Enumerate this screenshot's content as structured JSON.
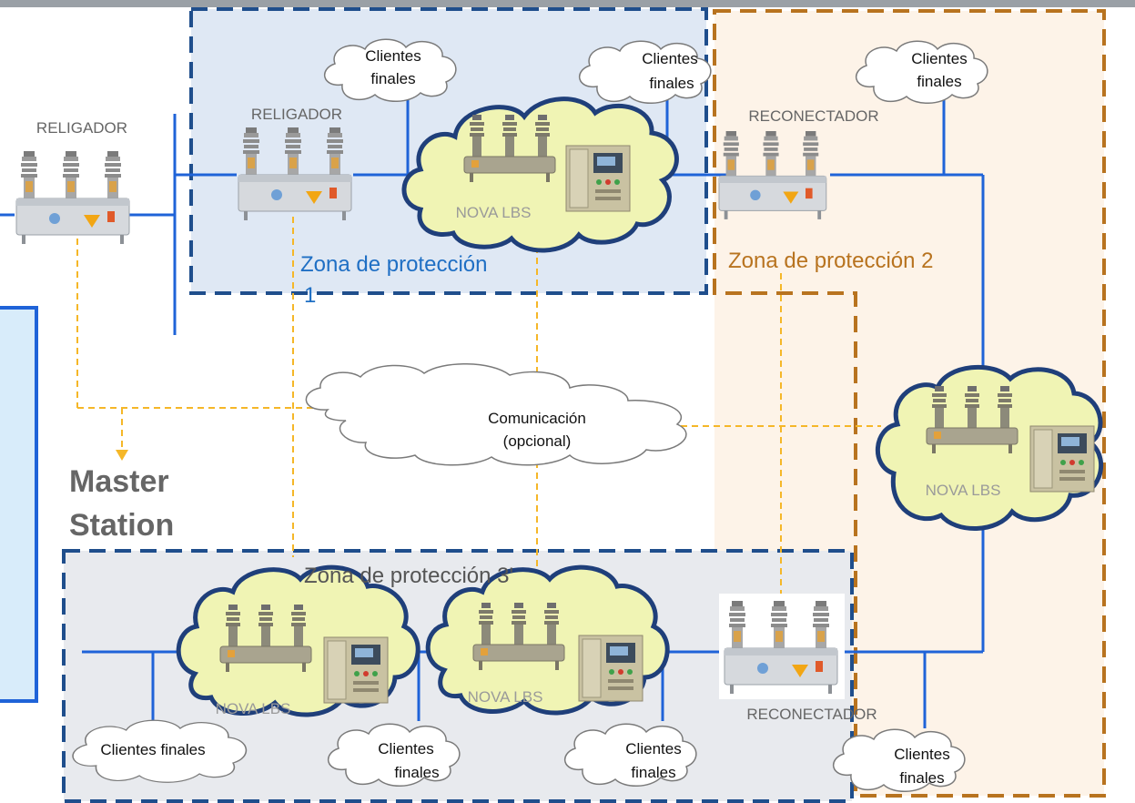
{
  "labels": {
    "religador": "RELIGADOR",
    "reconectador": "RECONECTADOR",
    "clientes": "Clientes",
    "finales": "finales",
    "clientes_finales": "Clientes finales",
    "nova_lbs": "NOVA LBS",
    "zona1_line1": "Zona de protección",
    "zona1_line2": "1",
    "zona2": "Zona de protección 2",
    "zona3": "Zona de protección 3'",
    "comm_line1": "Comunicación",
    "comm_line2": "(opcional)",
    "master_line1": "Master",
    "master_line2": "Station"
  },
  "colors": {
    "line_blue": "#1f63d8",
    "zone1_fill": "#dfe8f4",
    "zone1_border": "#1f4e8c",
    "zone2_fill": "#fdf3e8",
    "zone2_border": "#b8731f",
    "zone3_fill": "#e8eaee",
    "zone3_border": "#1f4e8c",
    "comm_dash": "#f5b728",
    "lbs_cloud_fill": "#f0f4b4",
    "lbs_cloud_border": "#1f3f7a",
    "cloud_border": "#7a7a7a",
    "zone1_text": "#1f6fc4",
    "zone2_text": "#b8731f",
    "label_text": "#666666",
    "master_text": "#666666",
    "master_box_fill": "#d8ecfa",
    "master_box_border": "#1f63d8"
  },
  "icons": [
    "recloser-icon",
    "nova-lbs-switch-icon",
    "control-cabinet-icon",
    "cloud-icon"
  ]
}
